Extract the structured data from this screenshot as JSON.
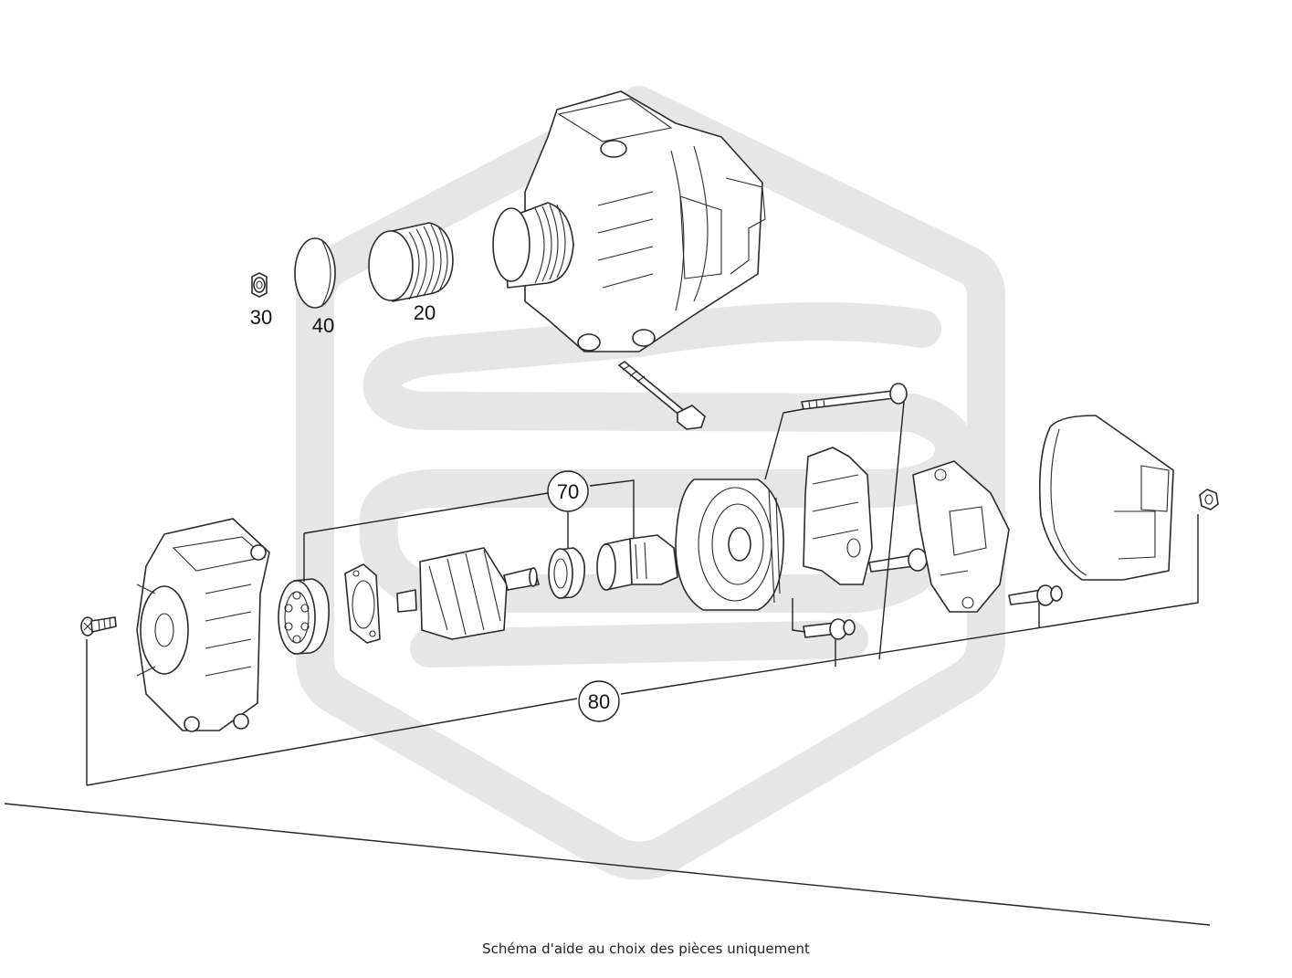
{
  "callouts": {
    "c30": "30",
    "c40": "40",
    "c20": "20",
    "c70": "70",
    "c80": "80"
  },
  "caption": "Schéma d'aide au choix des pièces uniquement",
  "colors": {
    "watermark": "#e6e6e6",
    "line": "#222222",
    "background": "#ffffff"
  }
}
